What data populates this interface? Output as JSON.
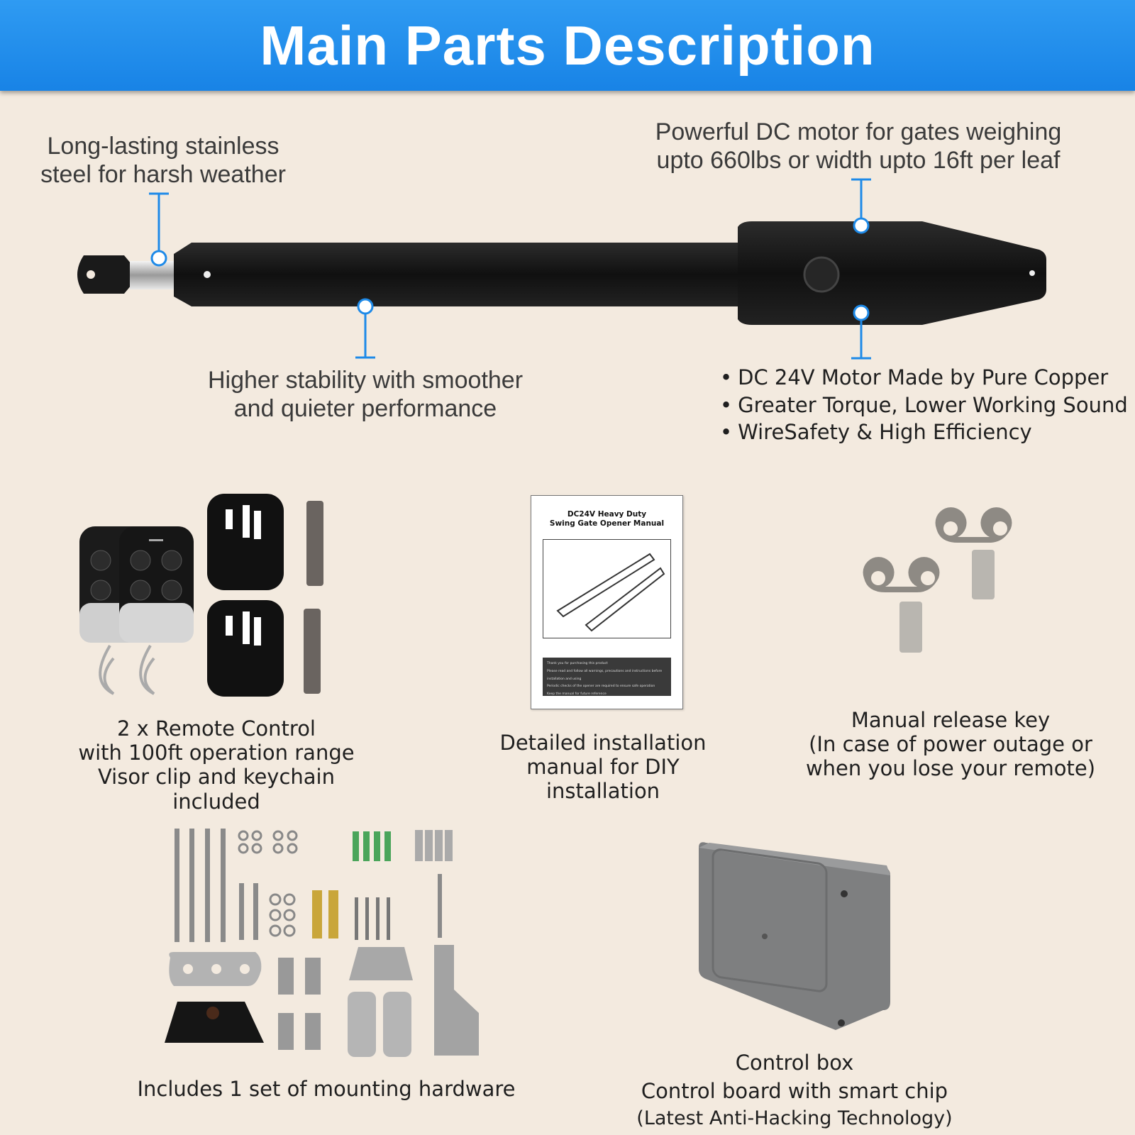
{
  "header": {
    "title": "Main Parts Description"
  },
  "actuator": {
    "callout_steel": [
      "Long-lasting stainless",
      "steel for harsh weather"
    ],
    "callout_motor": [
      "Powerful DC motor for gates weighing",
      "upto 660lbs or width upto 16ft per leaf"
    ],
    "callout_stability": [
      "Higher stability with smoother",
      "and quieter performance"
    ],
    "motor_features": [
      "DC 24V Motor Made by Pure Copper",
      "Greater Torque, Lower Working Sound",
      "WireSafety & High Efficiency"
    ]
  },
  "remotes": {
    "caption": [
      "2 x Remote Control",
      "with 100ft operation range",
      "Visor clip and keychain included"
    ]
  },
  "manual": {
    "cover_title": [
      "DC24V Heavy Duty",
      "Swing Gate Opener Manual"
    ],
    "notes": [
      "Thank you for purchasing this product",
      "Please read and follow all warnings, precautions and instructions before installation and using",
      "Periodic checks of the opener are required to ensure safe operation",
      "Keep the manual for future reference"
    ],
    "caption": [
      "Detailed installation",
      "manual for DIY installation"
    ]
  },
  "release_key": {
    "caption": [
      "Manual release key",
      "(In case of power outage or",
      "when you lose your remote)"
    ]
  },
  "hardware": {
    "caption": "Includes 1 set of mounting hardware"
  },
  "control_box": {
    "caption": [
      "Control box",
      "Control board with smart chip",
      "(Latest Anti-Hacking Technology)"
    ]
  },
  "colors": {
    "header_blue": "#1e8ae8",
    "background": "#f3eadf",
    "callout_blue": "#1e8ae8",
    "actuator_black": "#151515"
  }
}
